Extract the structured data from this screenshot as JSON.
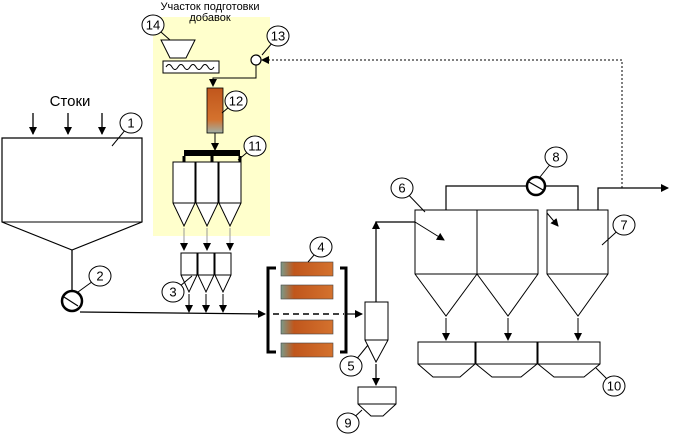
{
  "diagram": {
    "area_title_line1": "Участок подготовки",
    "area_title_line2": "добавок",
    "inflow_label": "Стоки",
    "callouts": [
      "1",
      "2",
      "3",
      "4",
      "5",
      "6",
      "7",
      "8",
      "9",
      "10",
      "11",
      "12",
      "13",
      "14"
    ]
  },
  "colors": {
    "area_fill": "#ffffcc",
    "line": "#000000",
    "membrane": "#c0561c"
  }
}
